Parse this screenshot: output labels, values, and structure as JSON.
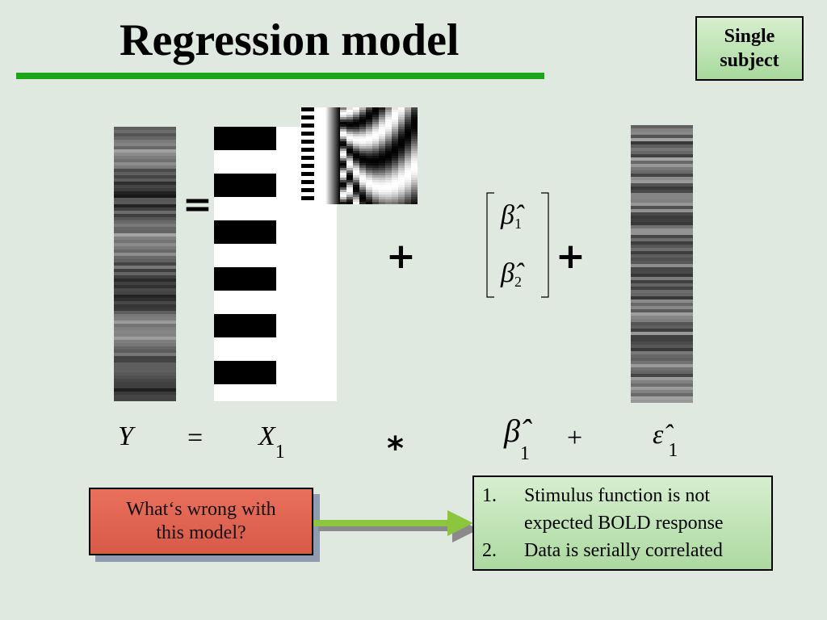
{
  "slide": {
    "title": "Regression model",
    "badge_lines": [
      "Single",
      "subject"
    ],
    "colors": {
      "background": "#dfe9e0",
      "title_rule": "#1aa51a",
      "question_box": "#e06652",
      "answers_box": "#b9e2ae",
      "arrow": "#8cc63f"
    }
  },
  "symbols": {
    "equals_bold": "=",
    "plus_mid": "+",
    "plus_beta": "+",
    "beta_vector": [
      {
        "base": "β̂",
        "sub": "1"
      },
      {
        "base": "β̂",
        "sub": "2"
      }
    ]
  },
  "equation": {
    "Y": "Y",
    "eq": "=",
    "X": "X",
    "X_sub": "1",
    "times": "*",
    "beta": "β̂",
    "beta_sub": "1",
    "plus": "+",
    "eps": "ε̂",
    "eps_sub": "1"
  },
  "question": {
    "lines": [
      "What‘s wrong with",
      "this model?"
    ]
  },
  "answers": [
    {
      "num": "1.",
      "lines": [
        "Stimulus function is not",
        "expected BOLD response"
      ]
    },
    {
      "num": "2.",
      "lines": [
        "Data is serially correlated"
      ]
    }
  ],
  "icons": {
    "arrow": "right-arrow-icon"
  }
}
